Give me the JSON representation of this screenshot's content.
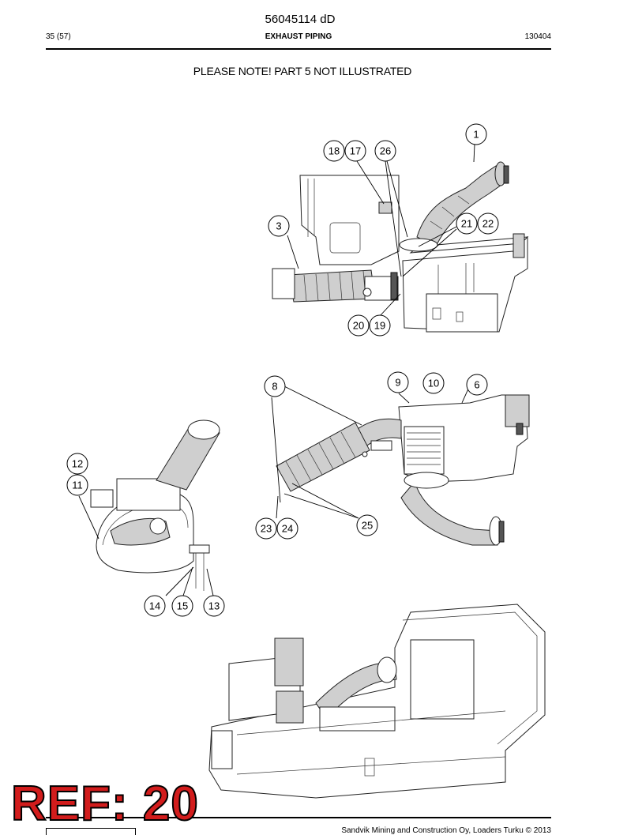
{
  "header": {
    "doc_number": "56045114 dD",
    "page": "35 (57)",
    "section": "EXHAUST PIPING",
    "date_code": "130404"
  },
  "note": "PLEASE NOTE! PART 5 NOT ILLUSTRATED",
  "callouts": {
    "c1": "1",
    "c3": "3",
    "c6": "6",
    "c8": "8",
    "c9": "9",
    "c10": "10",
    "c11": "11",
    "c12": "12",
    "c13": "13",
    "c14": "14",
    "c15": "15",
    "c17": "17",
    "c18": "18",
    "c19": "19",
    "c20": "20",
    "c21": "21",
    "c22": "22",
    "c23": "23",
    "c24": "24",
    "c25": "25",
    "c26": "26"
  },
  "stamp": "REF: 20",
  "footer": {
    "copyright": "Sandvik Mining and Construction Oy, Loaders Turku © 2013"
  }
}
